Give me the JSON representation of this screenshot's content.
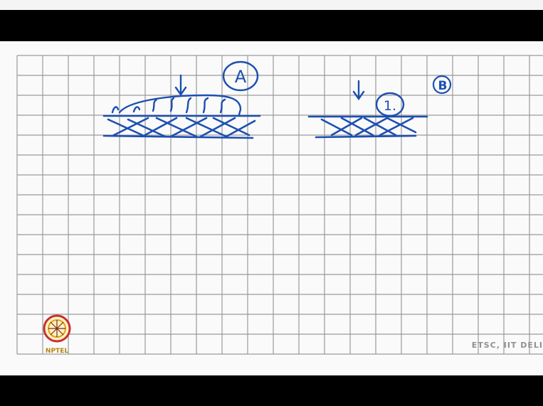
{
  "watermark": {
    "text": "ETSC, IIT DELI"
  },
  "logo": {
    "name": "NPTEL",
    "text": "NPTEL"
  },
  "diagram": {
    "label_a": "A",
    "label_b": "B",
    "label_1": "1."
  },
  "colors": {
    "ink": "#1c4fb0",
    "grid": "#9a9a9a",
    "paper": "#fafafa"
  }
}
